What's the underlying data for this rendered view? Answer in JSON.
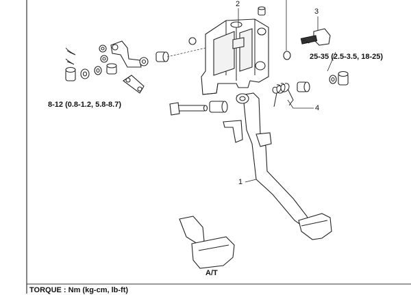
{
  "diagram": {
    "callouts": [
      {
        "id": "1",
        "text": "1"
      },
      {
        "id": "2",
        "text": "2"
      },
      {
        "id": "3",
        "text": "3"
      },
      {
        "id": "4",
        "text": "4"
      }
    ],
    "torque_specs": {
      "left": "8-12 (0.8-1.2, 5.8-8.7)",
      "right": "25-35 (2.5-3.5, 18-25)"
    },
    "variant_label": "A/T",
    "torque_legend": "TORQUE : Nm (kg-cm, lb-ft)"
  }
}
